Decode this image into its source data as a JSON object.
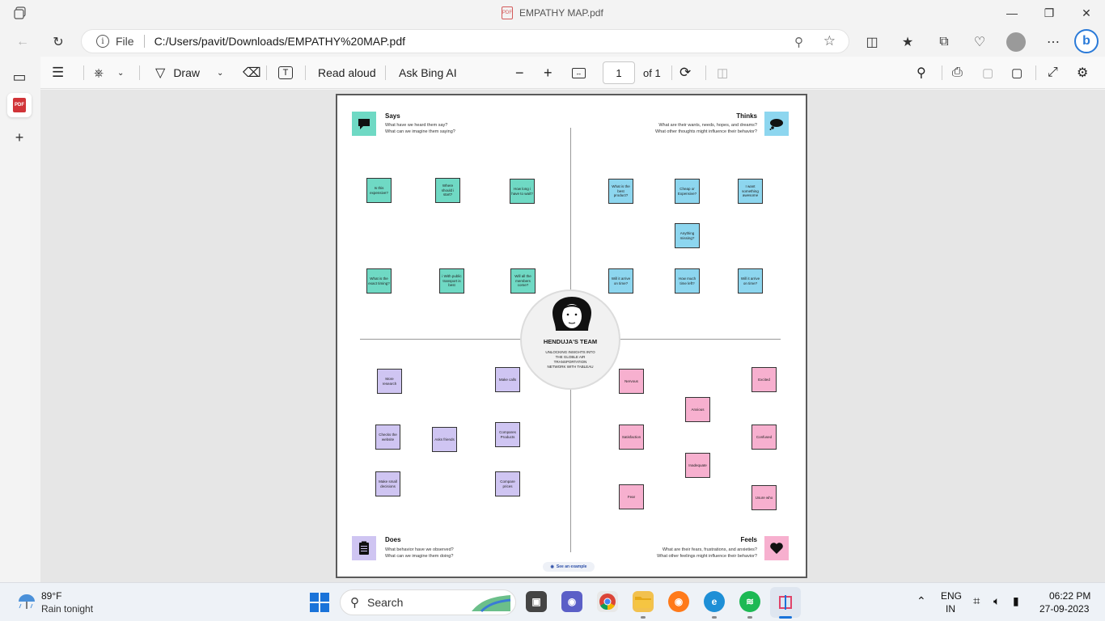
{
  "titlebar": {
    "title": "EMPATHY MAP.pdf",
    "pdf_badge": "PDF"
  },
  "address": {
    "file_label": "File",
    "url": "C:/Users/pavit/Downloads/EMPATHY%20MAP.pdf"
  },
  "toolbar": {
    "draw_label": "Draw",
    "read_aloud_label": "Read aloud",
    "ask_bing_label": "Ask Bing AI",
    "page_value": "1",
    "page_total": "of 1"
  },
  "sidebar": {
    "pdf_badge": "PDF"
  },
  "map": {
    "says": {
      "title": "Says",
      "line1": "What have we heard them say?",
      "line2": "What can we imagine them saying?"
    },
    "thinks": {
      "title": "Thinks",
      "line1": "What are their wants, needs, hopes, and dreams?",
      "line2": "What other thoughts might influence their behavior?"
    },
    "does": {
      "title": "Does",
      "line1": "What behavior have we observed?",
      "line2": "What can we imagine them doing?"
    },
    "feels": {
      "title": "Feels",
      "line1": "What are their fears, frustrations, and anxieties?",
      "line2": "What other feelings might influence their behavior?"
    },
    "center": {
      "team": "HENDUJA'S TEAM",
      "subtitle": "UNLOCKING INSIGHTS INTO THE GLOBLE AIR TRANSPORTATION NETWORK WITH TABLEAU"
    },
    "see_example": "See an example",
    "notes": {
      "says": [
        "Is this expensive?",
        "Where should i start?",
        "How long i have to wait?",
        "What is the exact timing?",
        "i With public transport is best",
        "Will all the members come?"
      ],
      "thinks": [
        "What is the best product?",
        "Cheap or Expensive?",
        "I want something awesome",
        "Anything missing?",
        "Will it arrive on time?",
        "How much time left?",
        "Will it arrive on time?"
      ],
      "does": [
        "More research",
        "Make calls",
        "Checks the website",
        "Asks friends",
        "Compares Products",
        "Make small decisions",
        "Compare prices"
      ],
      "feels": [
        "Nervous",
        "Excited",
        "Anxious",
        "Satisfaction",
        "Confused",
        "Inadequate",
        "Fear",
        "Usure who"
      ]
    }
  },
  "taskbar": {
    "temp": "89°F",
    "weather": "Rain tonight",
    "search_label": "Search",
    "lang1": "ENG",
    "lang2": "IN",
    "time": "06:22 PM",
    "date": "27-09-2023"
  },
  "colors": {
    "teal": "#6fd9c4",
    "blue": "#8dd6ef",
    "purple": "#cfc5f2",
    "pink": "#f7b0cf",
    "accent": "#1a73d9"
  }
}
